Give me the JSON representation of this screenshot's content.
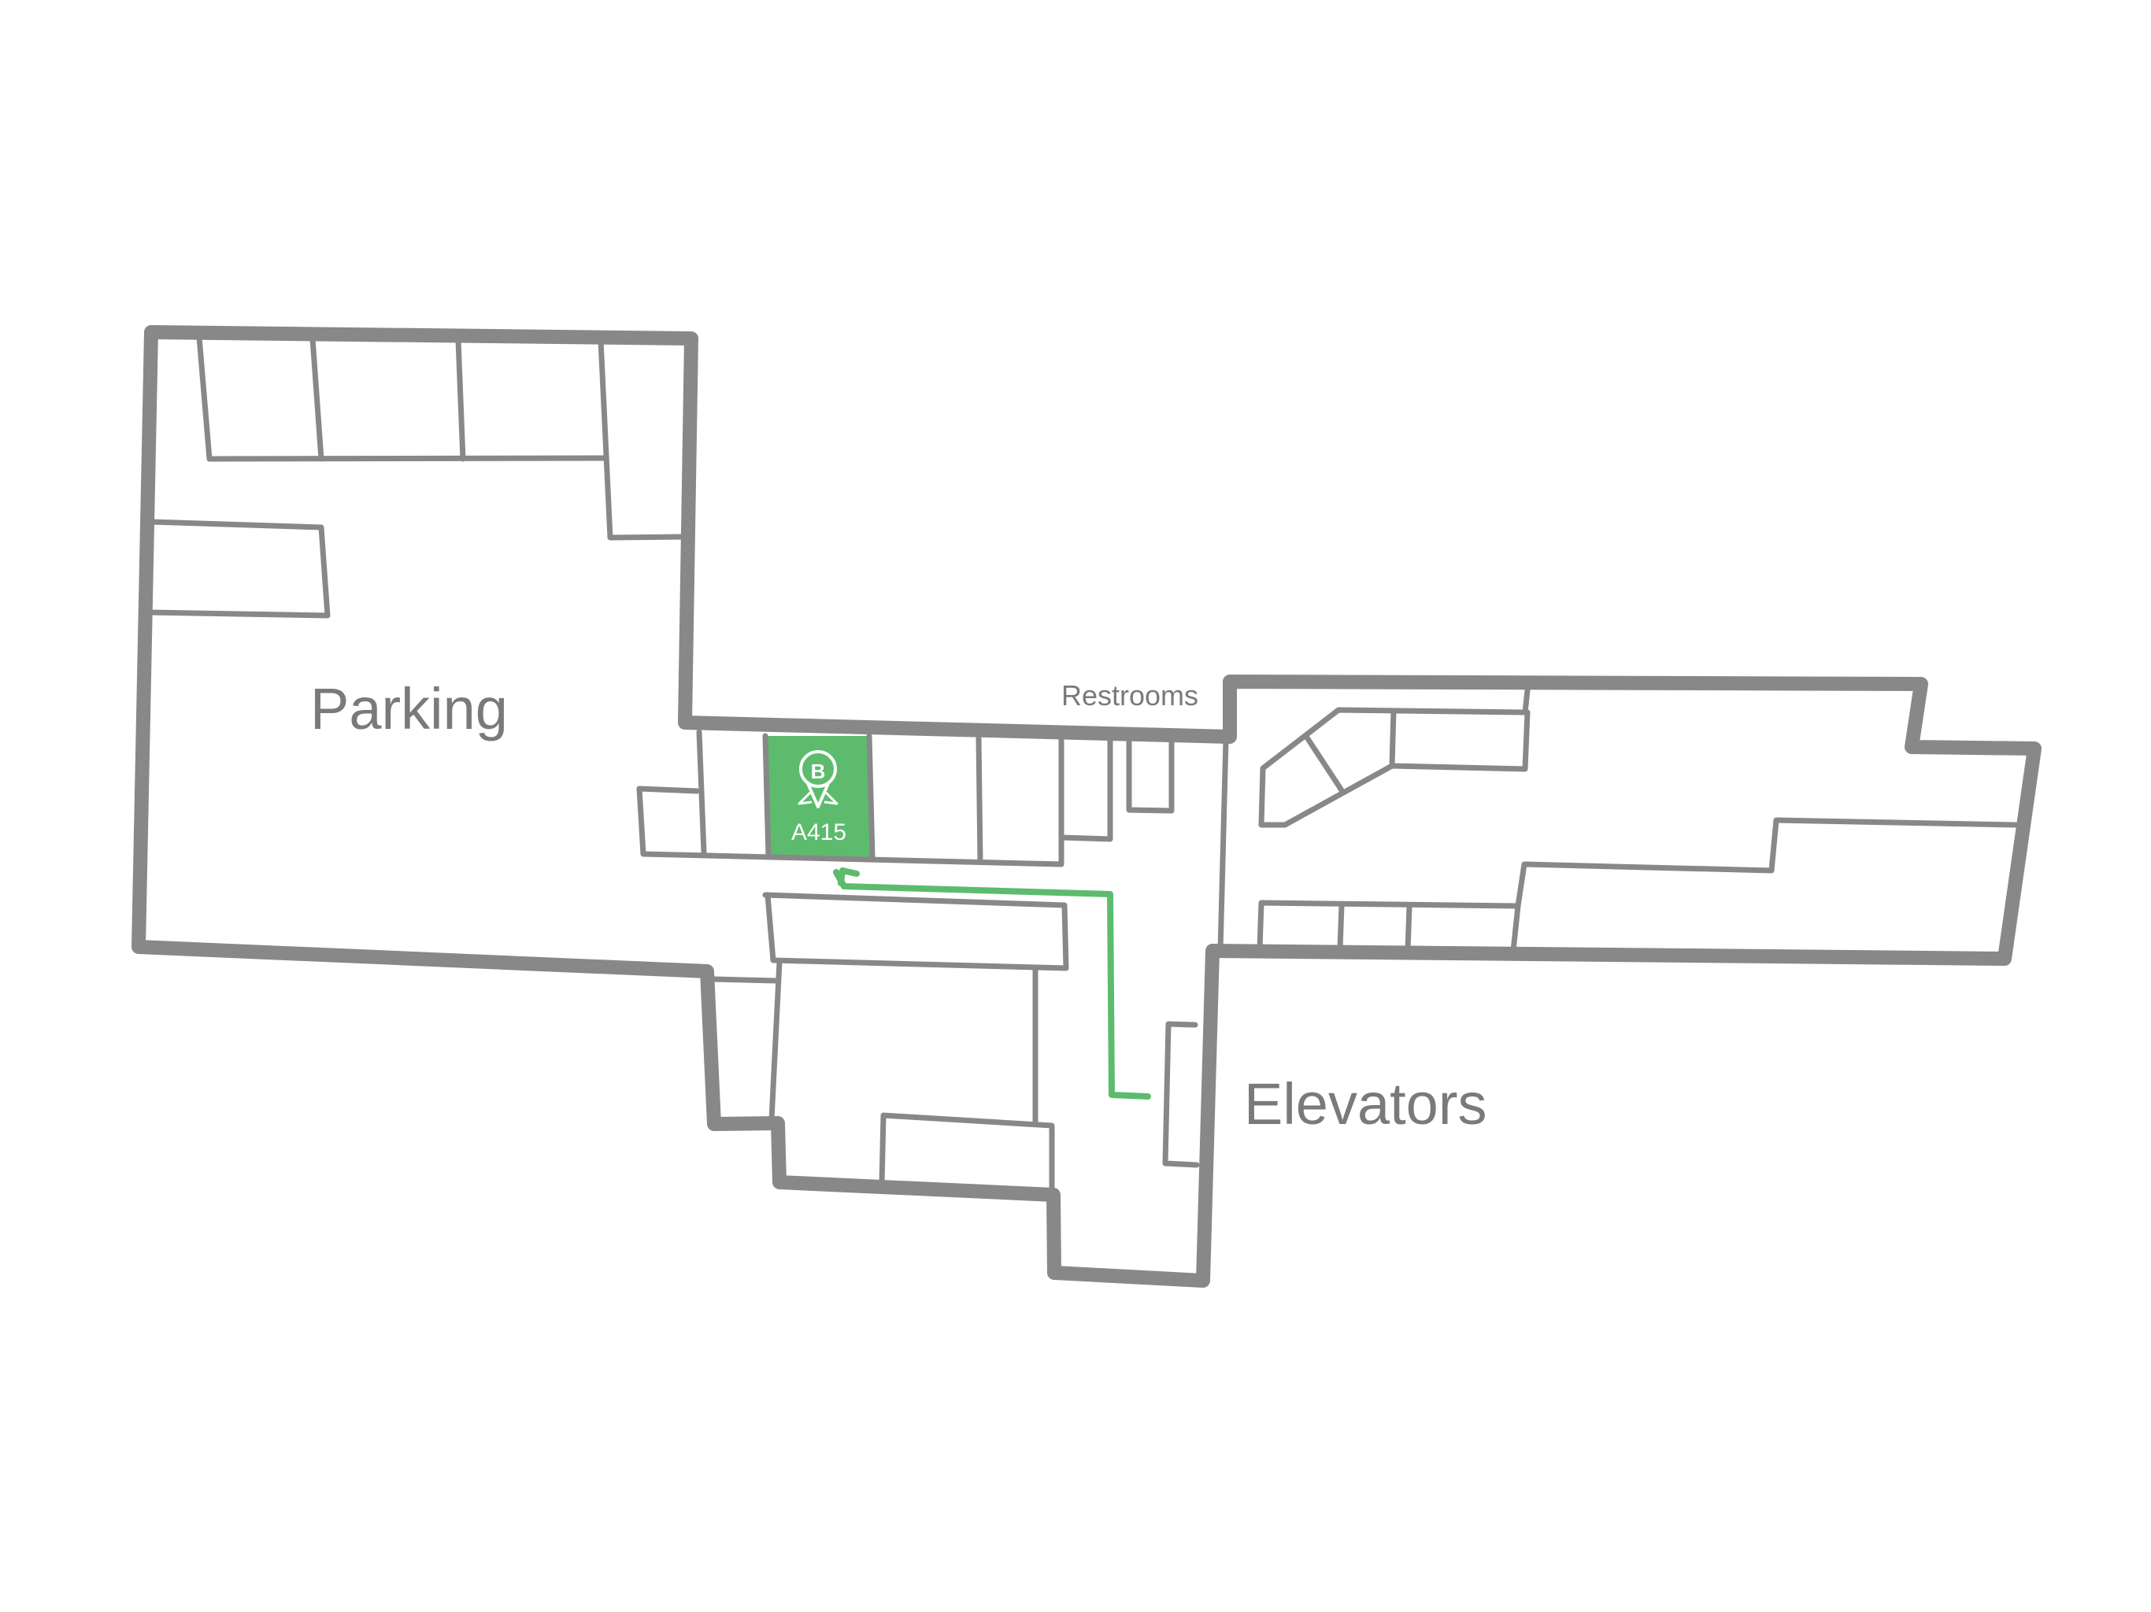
{
  "map": {
    "labels": {
      "parking": "Parking",
      "restrooms": "Restrooms",
      "elevators": "Elevators"
    },
    "destination": {
      "room": "A415",
      "marker_letter": "B",
      "marker_icon": "map-pin-badge-icon"
    },
    "colors": {
      "wall": "#888888",
      "highlight": "#5dbb6e",
      "route": "#5dbb6e",
      "text": "#7a7a7a",
      "background": "#ffffff"
    }
  }
}
